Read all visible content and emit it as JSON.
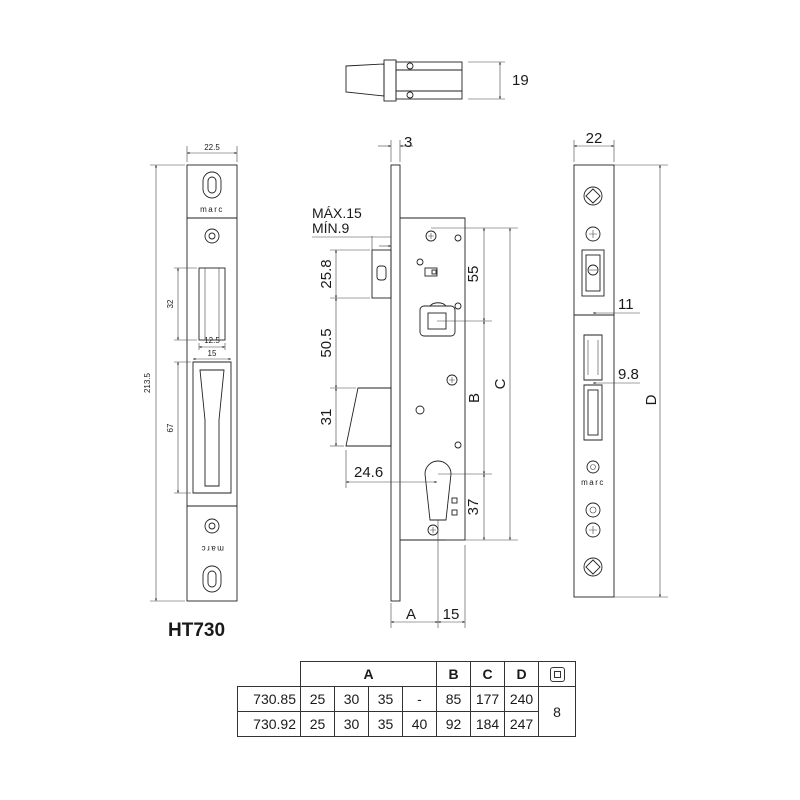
{
  "title": "HT730",
  "brand": "marc",
  "faceplate": {
    "width": "22.5",
    "length": "213.5",
    "gap": "32",
    "latch_hole_width": "12.5",
    "bolt_hole_width": "15",
    "bolt_hole_length": "67"
  },
  "top_view": {
    "thickness": "19"
  },
  "side_view": {
    "plate_thickness": "3",
    "max_label": "MÁX.15",
    "min_label": "MÍN.9",
    "latch_height": "25.8",
    "spacing": "50.5",
    "bolt_height": "31",
    "bolt_throw": "24.6",
    "dim_55": "55",
    "dim_b": "B",
    "dim_c": "C",
    "dim_37": "37",
    "dim_a": "A",
    "dim_15": "15"
  },
  "front_view": {
    "width": "22",
    "latch_offset": "11",
    "bolt_offset": "9.8",
    "dim_d": "D"
  },
  "table": {
    "headers": {
      "a": "A",
      "b": "B",
      "c": "C",
      "d": "D"
    },
    "rows": [
      {
        "model": "730.85",
        "a1": "25",
        "a2": "30",
        "a3": "35",
        "a4": "-",
        "b": "85",
        "c": "177",
        "d": "240"
      },
      {
        "model": "730.92",
        "a1": "25",
        "a2": "30",
        "a3": "35",
        "a4": "40",
        "b": "92",
        "c": "184",
        "d": "247"
      }
    ],
    "square": "8"
  }
}
